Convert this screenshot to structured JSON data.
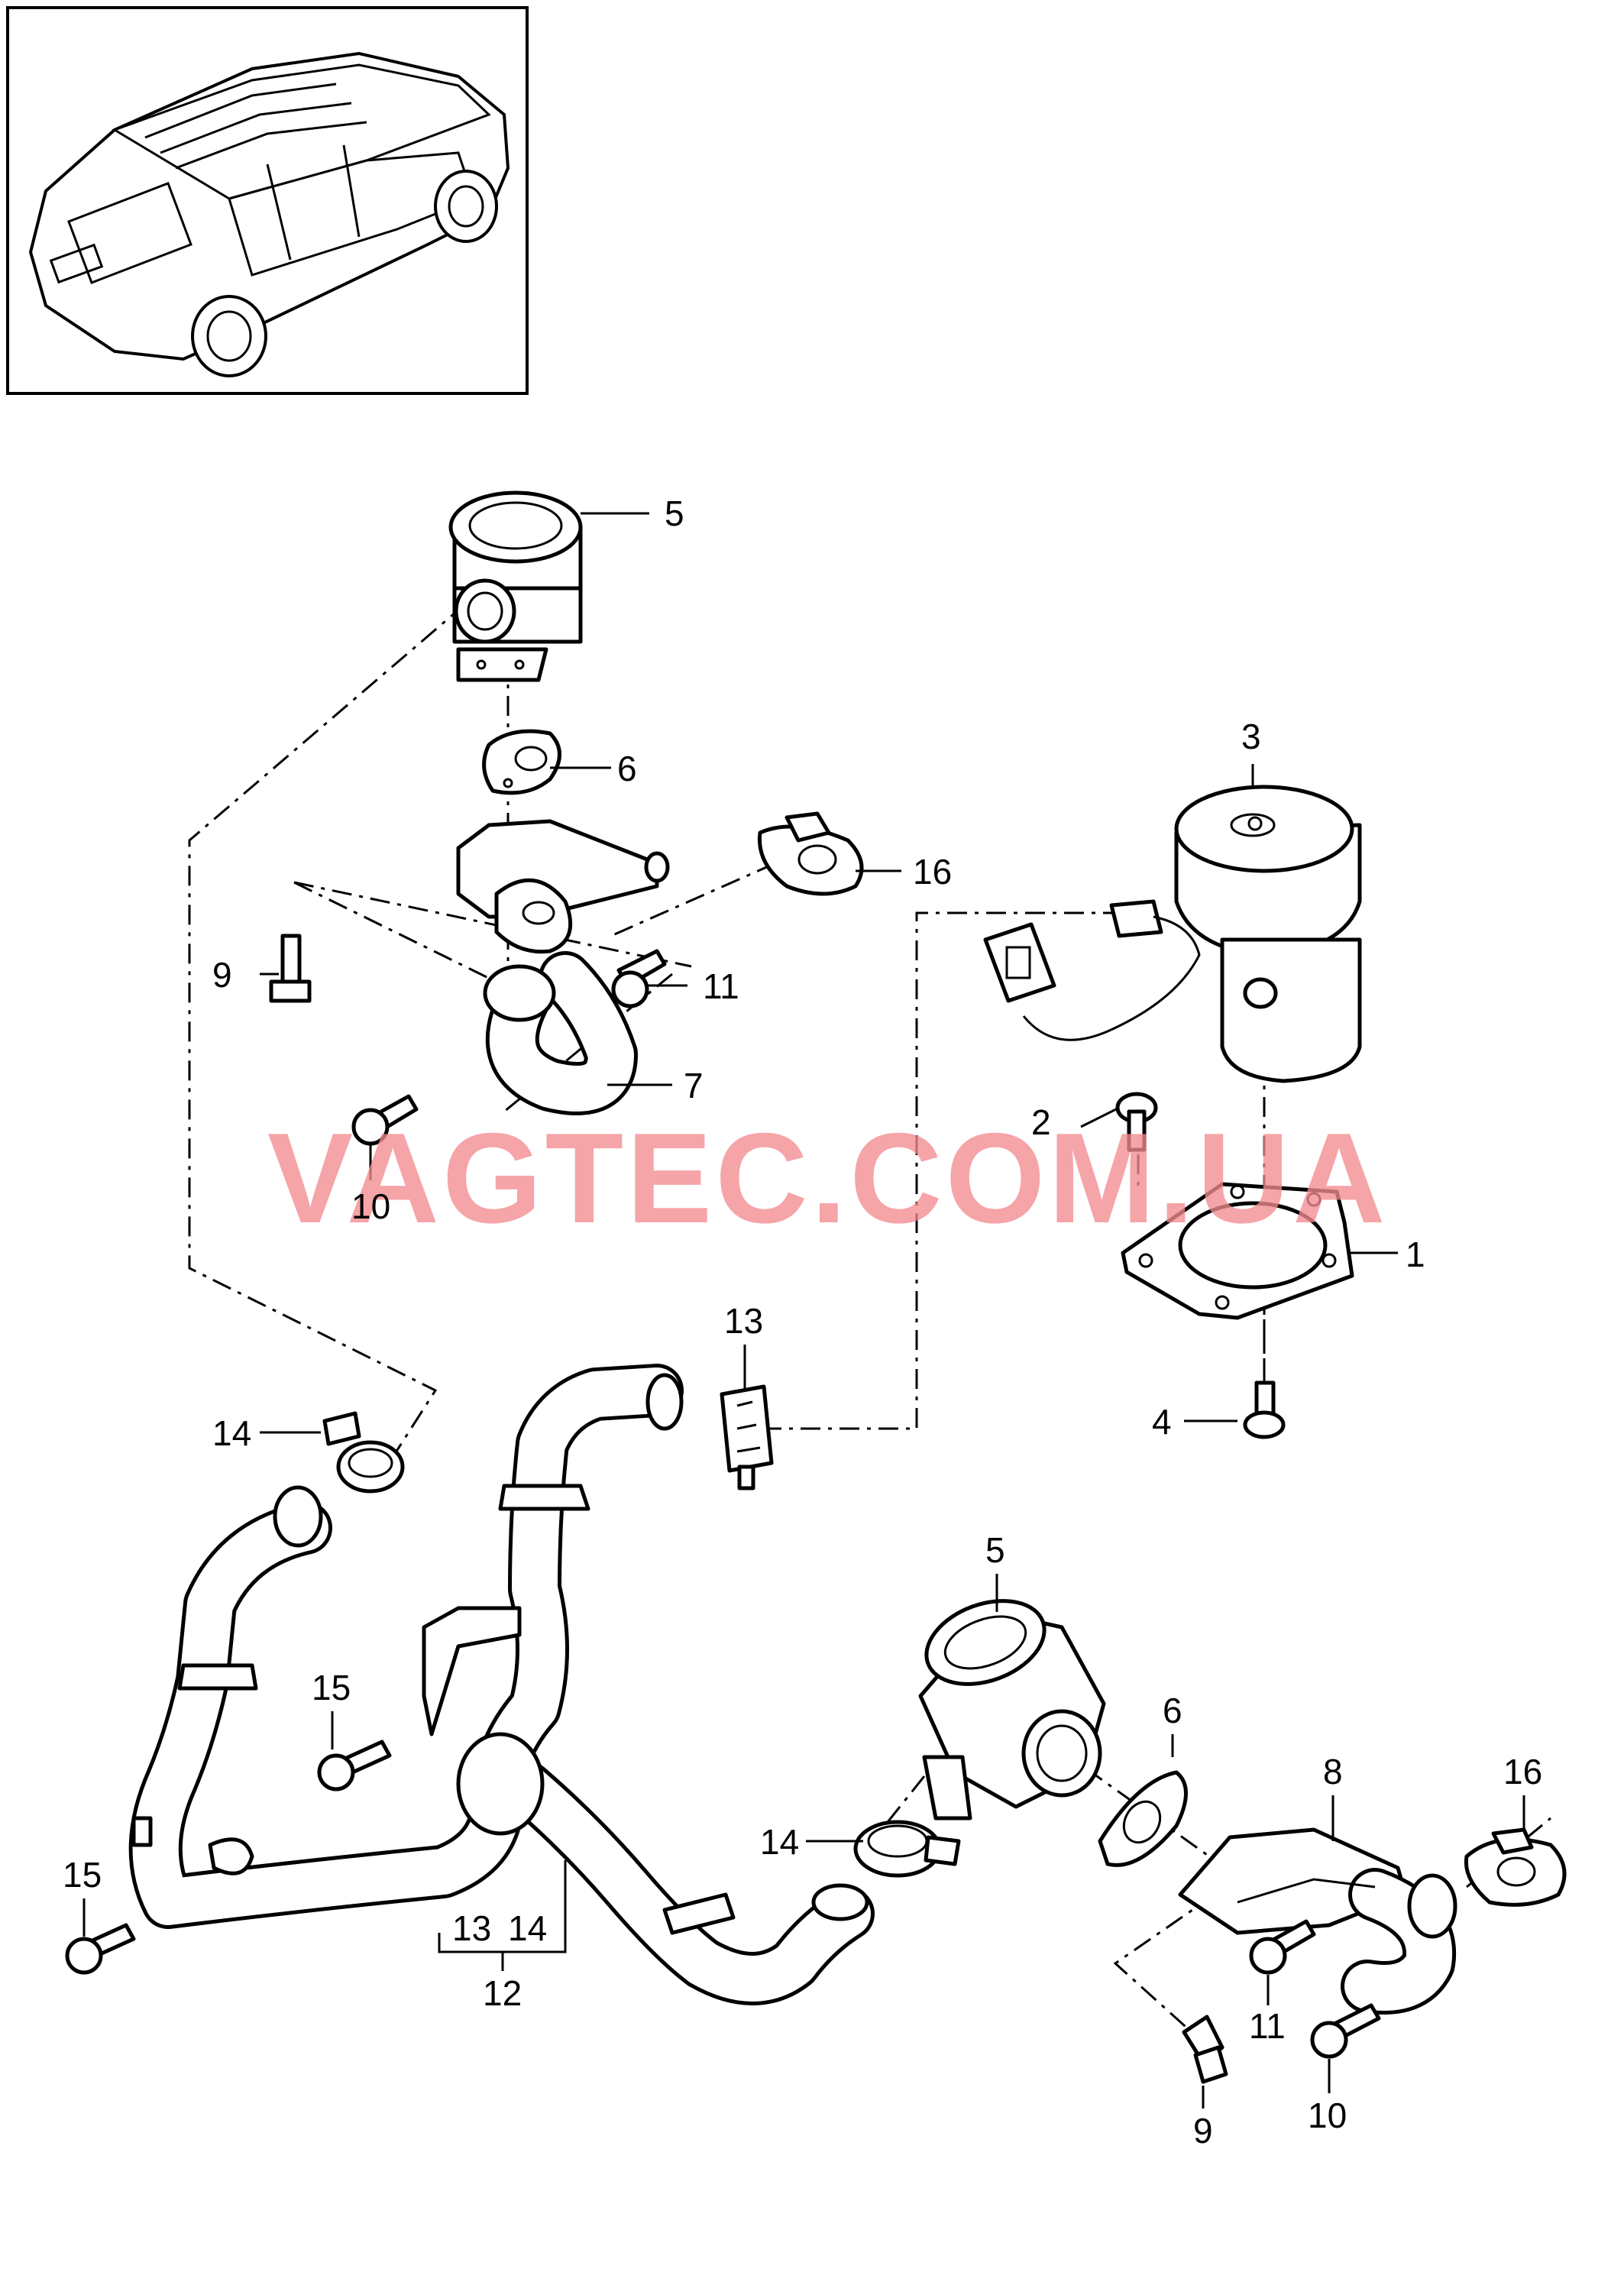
{
  "callouts": [
    {
      "id": "c5a",
      "text": "5"
    },
    {
      "id": "c6a",
      "text": "6"
    },
    {
      "id": "c3",
      "text": "3"
    },
    {
      "id": "c16a",
      "text": "16"
    },
    {
      "id": "c9a",
      "text": "9"
    },
    {
      "id": "c11a",
      "text": "11"
    },
    {
      "id": "c7",
      "text": "7"
    },
    {
      "id": "c2",
      "text": "2"
    },
    {
      "id": "c10a",
      "text": "10"
    },
    {
      "id": "c1",
      "text": "1"
    },
    {
      "id": "c13a",
      "text": "13"
    },
    {
      "id": "c4",
      "text": "4"
    },
    {
      "id": "c14a",
      "text": "14"
    },
    {
      "id": "c5b",
      "text": "5"
    },
    {
      "id": "c15a",
      "text": "15"
    },
    {
      "id": "c6b",
      "text": "6"
    },
    {
      "id": "c8",
      "text": "8"
    },
    {
      "id": "c16b",
      "text": "16"
    },
    {
      "id": "c14b",
      "text": "14"
    },
    {
      "id": "c15b",
      "text": "15"
    },
    {
      "id": "c13b",
      "text": "13"
    },
    {
      "id": "c14c",
      "text": "14"
    },
    {
      "id": "c12",
      "text": "12"
    },
    {
      "id": "c11b",
      "text": "11"
    },
    {
      "id": "c9b",
      "text": "9"
    },
    {
      "id": "c10b",
      "text": "10"
    }
  ],
  "watermark": "VAGTEC.COM.UA"
}
